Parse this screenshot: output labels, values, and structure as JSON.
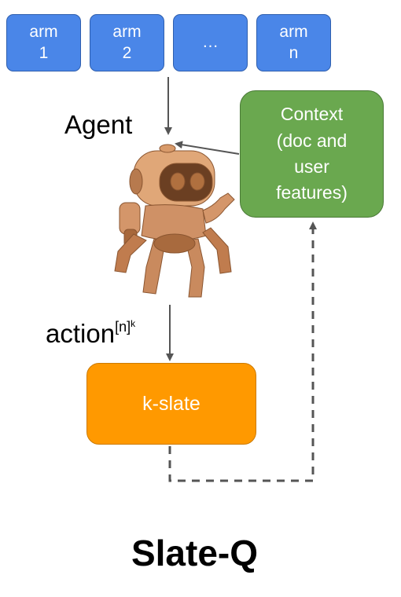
{
  "arms": [
    {
      "line1": "arm",
      "line2": "1"
    },
    {
      "line1": "arm",
      "line2": "2"
    },
    {
      "line1": "…",
      "line2": ""
    },
    {
      "line1": "arm",
      "line2": "n"
    }
  ],
  "agent": {
    "label": "Agent",
    "icon": "robot-icon"
  },
  "context": {
    "lines": [
      "Context",
      "(doc and",
      "user",
      "features)"
    ]
  },
  "action": {
    "label": "action",
    "superscript": "[n]",
    "exponent": "k"
  },
  "slate": {
    "label": "k-slate"
  },
  "title": "Slate-Q",
  "colors": {
    "arm_fill": "#4a86e8",
    "context_fill": "#6aa84f",
    "slate_fill": "#ff9900",
    "robot": "#c8875a",
    "arrow": "#555555"
  }
}
